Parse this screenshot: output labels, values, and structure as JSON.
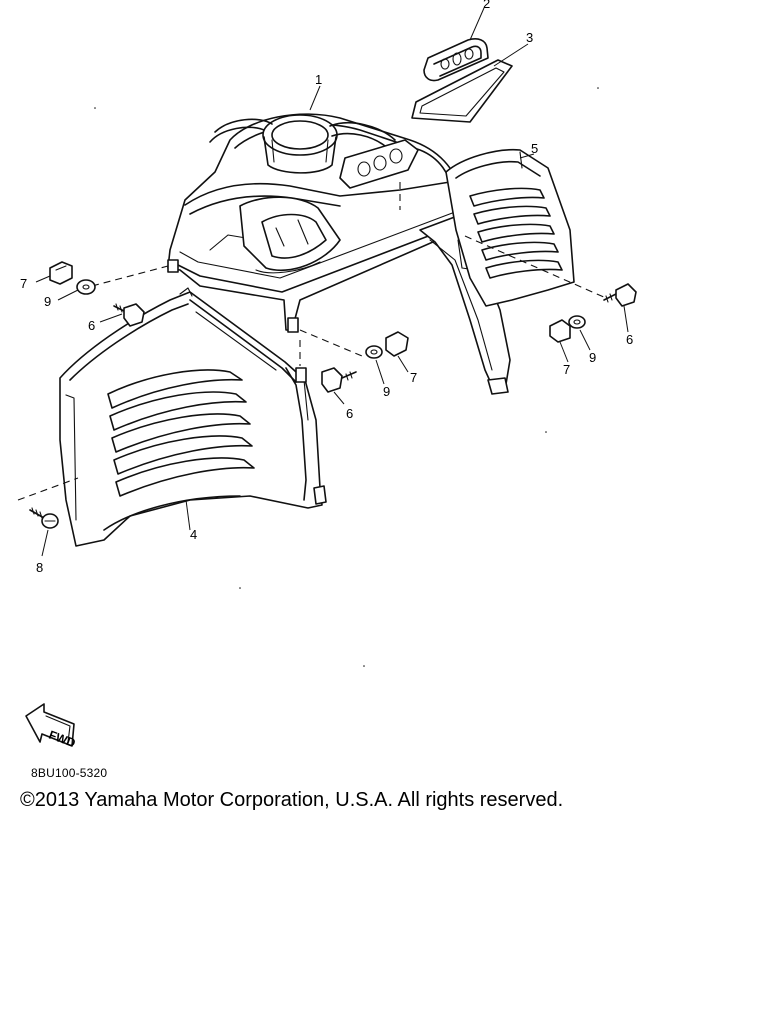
{
  "diagram": {
    "part_code": "8BU100-5320",
    "copyright": "©2013 Yamaha Motor Corporation, U.S.A. All rights reserved.",
    "fwd_label": "FWD",
    "callouts": {
      "c1": "1",
      "c2": "2",
      "c3": "3",
      "c4": "4",
      "c5": "5",
      "c6a": "6",
      "c6b": "6",
      "c6c": "6",
      "c7a": "7",
      "c7b": "7",
      "c7c": "7",
      "c8": "8",
      "c9a": "9",
      "c9b": "9",
      "c9c": "9"
    },
    "parts": [
      "front-cover",
      "meter-panel",
      "panel-gasket",
      "left-side-cover",
      "right-side-cover",
      "bolt",
      "nut",
      "screw",
      "washer"
    ]
  }
}
